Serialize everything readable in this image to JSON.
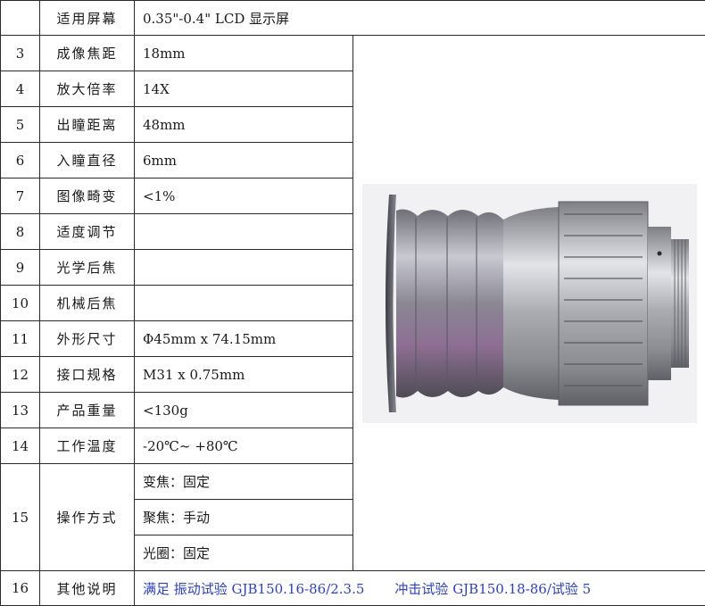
{
  "header_row": {
    "number": "",
    "name": "适用屏幕",
    "value": "0.35\"-0.4\" LCD 显示屏"
  },
  "rows": [
    {
      "number": "3",
      "name": "成像焦距",
      "value": "18mm"
    },
    {
      "number": "4",
      "name": "放大倍率",
      "value": "14X"
    },
    {
      "number": "5",
      "name": "出瞳距离",
      "value": "48mm"
    },
    {
      "number": "6",
      "name": "入瞳直径",
      "value": "6mm"
    },
    {
      "number": "7",
      "name": "图像畸变",
      "value": "<1%"
    },
    {
      "number": "8",
      "name": "适度调节",
      "value": ""
    },
    {
      "number": "9",
      "name": "光学后焦",
      "value": ""
    },
    {
      "number": "10",
      "name": "机械后焦",
      "value": ""
    },
    {
      "number": "11",
      "name": "外形尺寸",
      "value": "Φ45mm x 74.15mm"
    },
    {
      "number": "12",
      "name": "接口规格",
      "value": "M31 x 0.75mm"
    },
    {
      "number": "13",
      "name": "产品重量",
      "value": "<130g"
    },
    {
      "number": "14",
      "name": "工作温度",
      "value": "-20℃~ +80℃"
    }
  ],
  "operation": {
    "number": "15",
    "name": "操作方式",
    "items": [
      "变焦：固定",
      "聚焦：手动",
      "光圈：固定"
    ]
  },
  "notes": {
    "number": "16",
    "name": "其他说明",
    "part1": "满足 振动试验 GJB150.16-86/2.3.5",
    "part2": "冲击试验 GJB150.18-86/试验 5",
    "color": "#2b3fc8"
  },
  "image": {
    "icon": "eyepiece-lens-render"
  }
}
